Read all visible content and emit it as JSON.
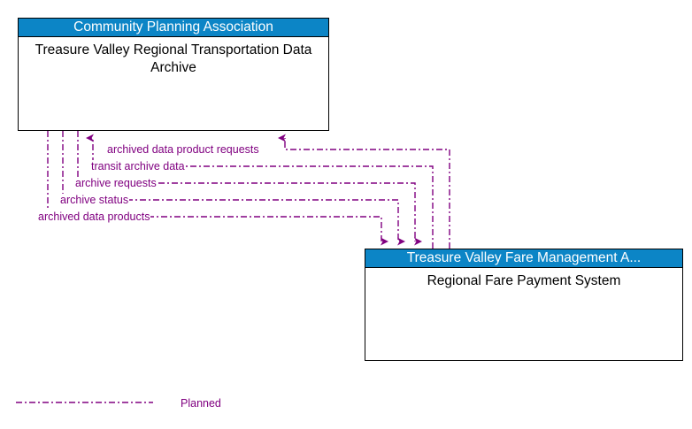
{
  "diagram": {
    "type": "context-diagram",
    "line_color": "#800080",
    "header_color": "#0c85c6",
    "box_border_color": "#000000",
    "background": "#ffffff"
  },
  "entities": [
    {
      "id": "archive",
      "header": "Community Planning Association",
      "title": "Treasure Valley Regional Transportation Data Archive"
    },
    {
      "id": "fare",
      "header": "Treasure Valley Fare Management A...",
      "title": "Regional Fare Payment System"
    }
  ],
  "flows": [
    {
      "label": "archived data product requests",
      "direction": "fare-to-archive"
    },
    {
      "label": "transit archive data",
      "direction": "fare-to-archive"
    },
    {
      "label": "archive requests",
      "direction": "archive-to-fare"
    },
    {
      "label": "archive status",
      "direction": "archive-to-fare"
    },
    {
      "label": "archived data products",
      "direction": "archive-to-fare"
    }
  ],
  "legend": {
    "label": "Planned",
    "line_style": "dash-dot",
    "color": "#800080"
  }
}
